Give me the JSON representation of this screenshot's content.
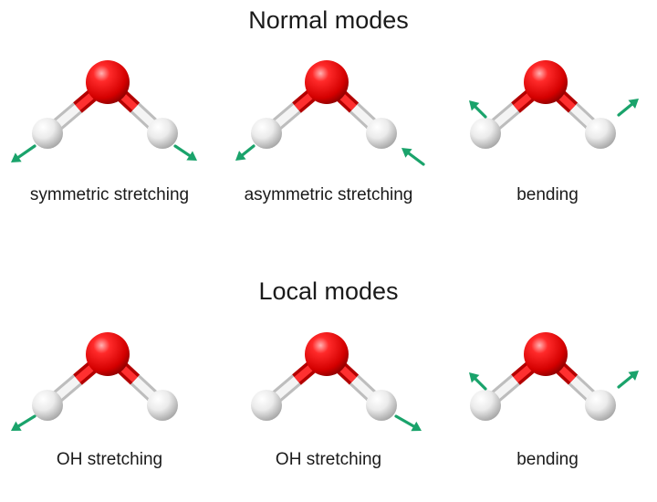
{
  "normal_modes": {
    "title": "Normal modes",
    "modes": [
      {
        "label": "symmetric stretching"
      },
      {
        "label": "asymmetric stretching"
      },
      {
        "label": "bending"
      }
    ]
  },
  "local_modes": {
    "title": "Local modes",
    "modes": [
      {
        "label": "OH stretching"
      },
      {
        "label": "OH stretching"
      },
      {
        "label": "bending"
      }
    ]
  },
  "colors": {
    "oxygen": "#e3000f",
    "hydrogen": "#e6e6e6",
    "arrow": "#1aa36b"
  }
}
